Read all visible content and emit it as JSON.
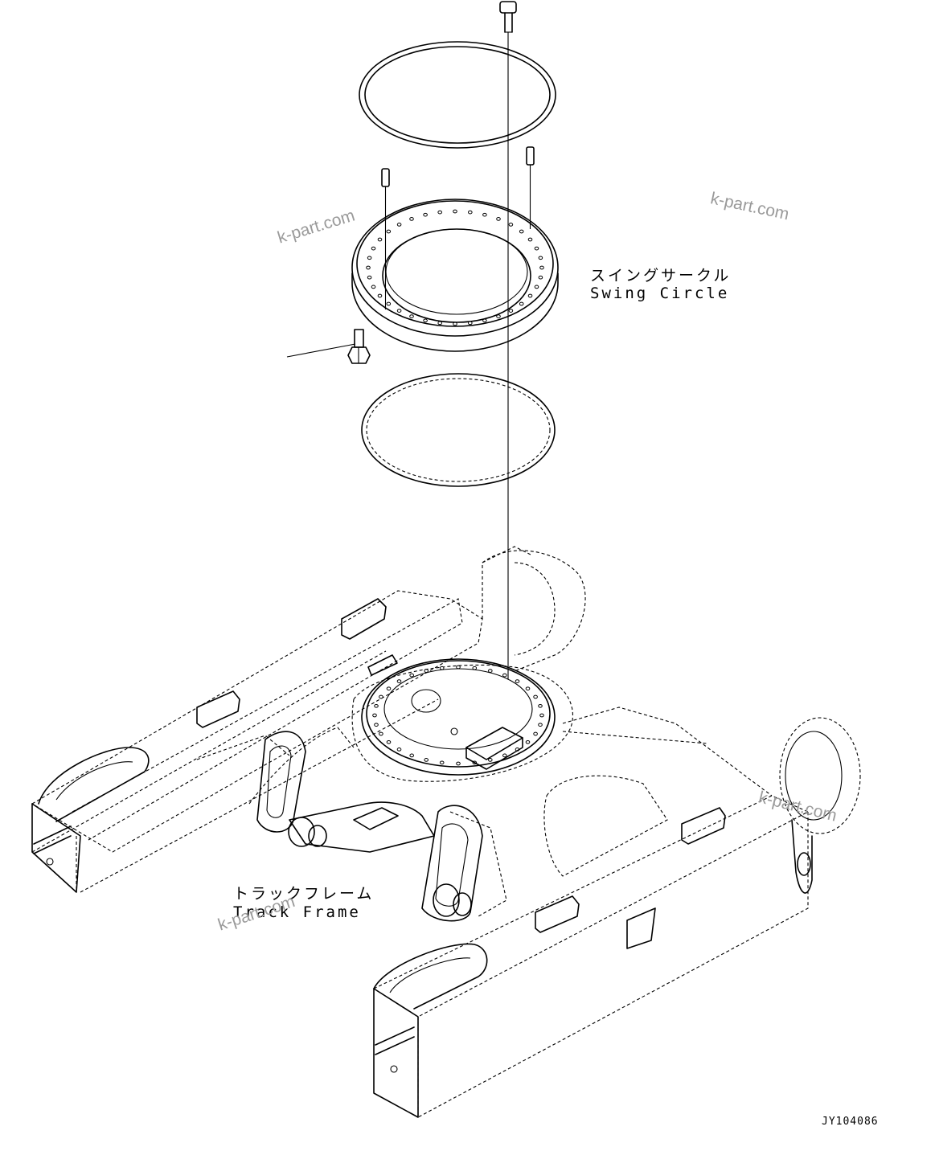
{
  "labels": {
    "swing_circle_jp": "スイングサークル",
    "swing_circle_en": "Swing Circle",
    "track_frame_jp": "トラックフレーム",
    "track_frame_en": "Track Frame"
  },
  "drawing_code": "JY104086",
  "watermarks": [
    "k-part.com",
    "k-part.com",
    "k-part.com",
    "k-part.com"
  ]
}
